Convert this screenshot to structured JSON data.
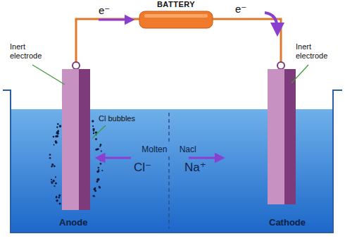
{
  "diagram": {
    "nodes": [
      {
        "text": [
          "BATTERY"
        ]
      }
    ],
    "labels": [
      "e⁻",
      "e⁻",
      "Inert electrode",
      "Inert electrode",
      "Cl bubbles",
      "Molten Nacl",
      "Cl⁻",
      "Na⁺",
      "Anode",
      "Cathode"
    ]
  }
}
